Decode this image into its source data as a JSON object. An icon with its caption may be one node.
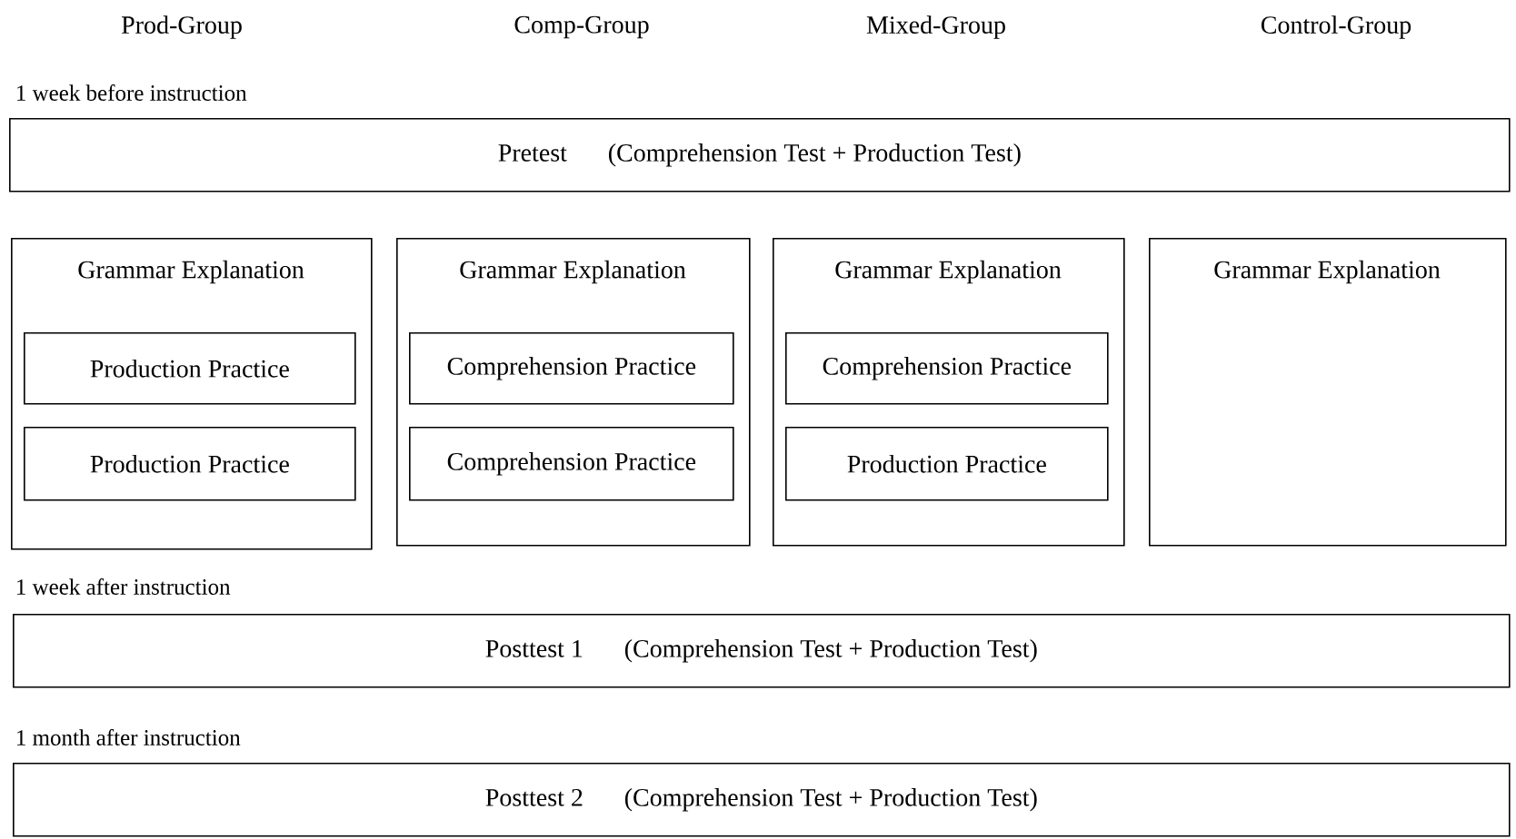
{
  "diagram": {
    "nodes": [
      {
        "text": [
          "Pretest",
          "(Comprehension Test + Production Test)"
        ]
      },
      {
        "text": [
          "Grammar Explanation"
        ]
      },
      {
        "text": [
          "Production Practice"
        ],
        "in": 1
      },
      {
        "text": [
          "Production Practice"
        ],
        "in": 1
      },
      {
        "text": [
          "Grammar Explanation"
        ]
      },
      {
        "text": [
          "Comprehension Practice"
        ],
        "in": 4
      },
      {
        "text": [
          "Comprehension Practice"
        ],
        "in": 4
      },
      {
        "text": [
          "Grammar Explanation"
        ]
      },
      {
        "text": [
          "Comprehension Practice"
        ],
        "in": 7
      },
      {
        "text": [
          "Production Practice"
        ],
        "in": 7
      },
      {
        "text": [
          "Grammar Explanation"
        ]
      },
      {
        "text": [
          "Posttest 1",
          "(Comprehension Test + Production Test)"
        ]
      },
      {
        "text": [
          "Posttest 2",
          "(Comprehension Test + Production Test)"
        ]
      }
    ],
    "labels": [
      "Prod-Group",
      "Comp-Group",
      "Mixed-Group",
      "Control-Group",
      "1 week before instruction",
      "1 week after instruction",
      "1 month after instruction"
    ]
  }
}
